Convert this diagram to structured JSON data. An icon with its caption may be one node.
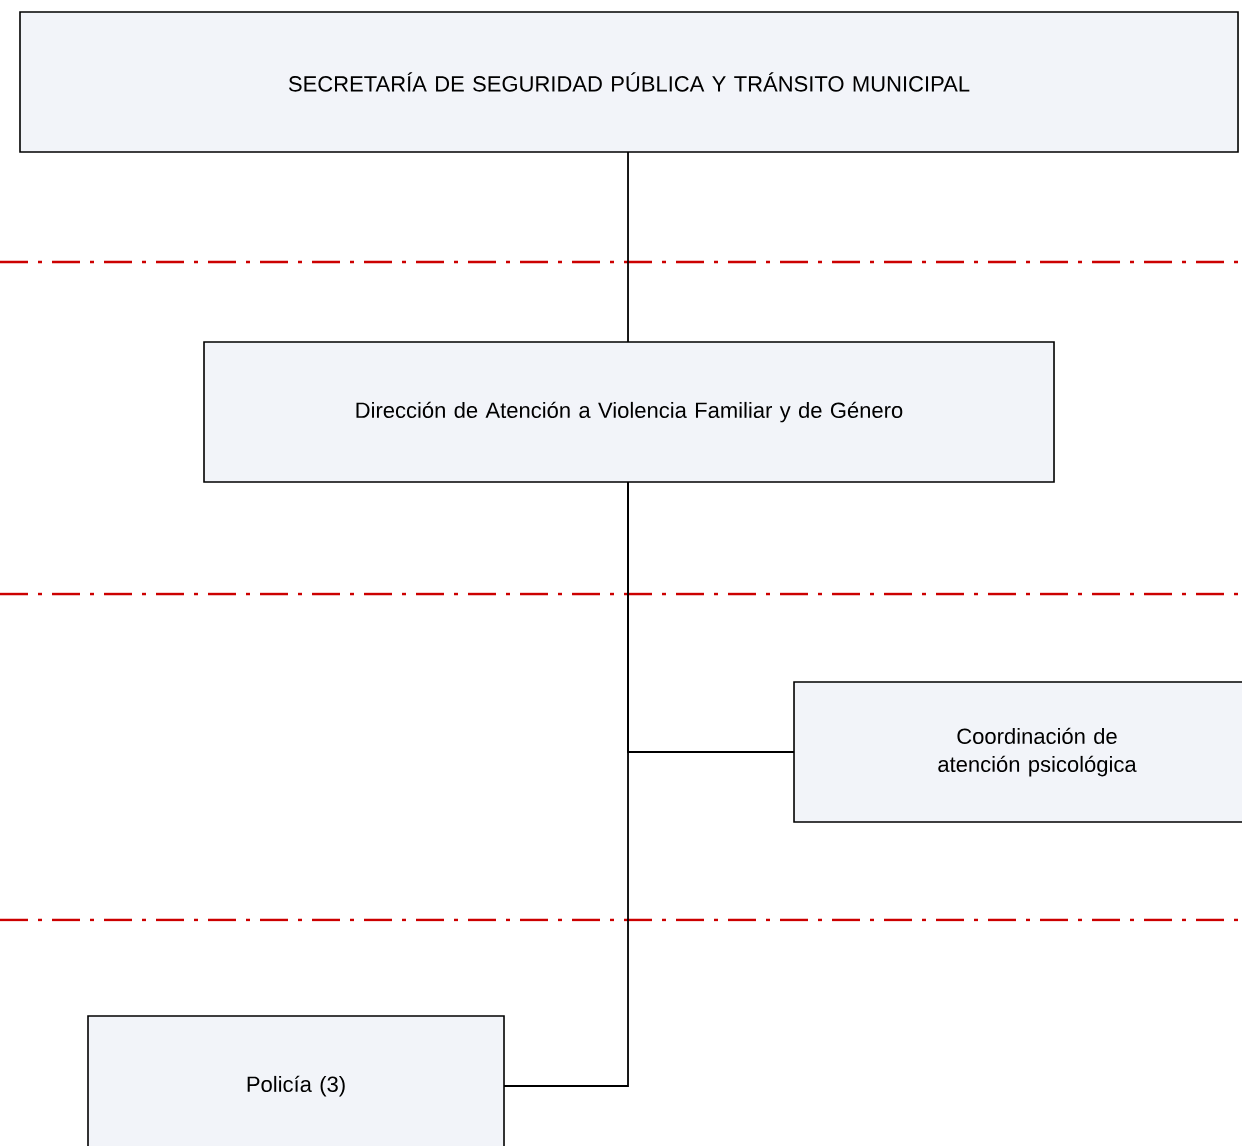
{
  "diagram": {
    "nodes": [
      {
        "text": [
          "SECRETARÍA DE SEGURIDAD PÚBLICA Y TRÁNSITO MUNICIPAL"
        ]
      },
      {
        "text": [
          "Dirección de Atención a Violencia Familiar y de Género"
        ]
      },
      {
        "text": [
          "Coordinación de atención psicológica"
        ]
      },
      {
        "text": [
          "Policía (3)"
        ]
      }
    ],
    "edges": [
      {
        "from": 0,
        "to": 1,
        "arrow": "none"
      },
      {
        "from": 1,
        "to": 2,
        "arrow": "none"
      },
      {
        "from": 1,
        "to": 3,
        "arrow": "none"
      }
    ]
  }
}
